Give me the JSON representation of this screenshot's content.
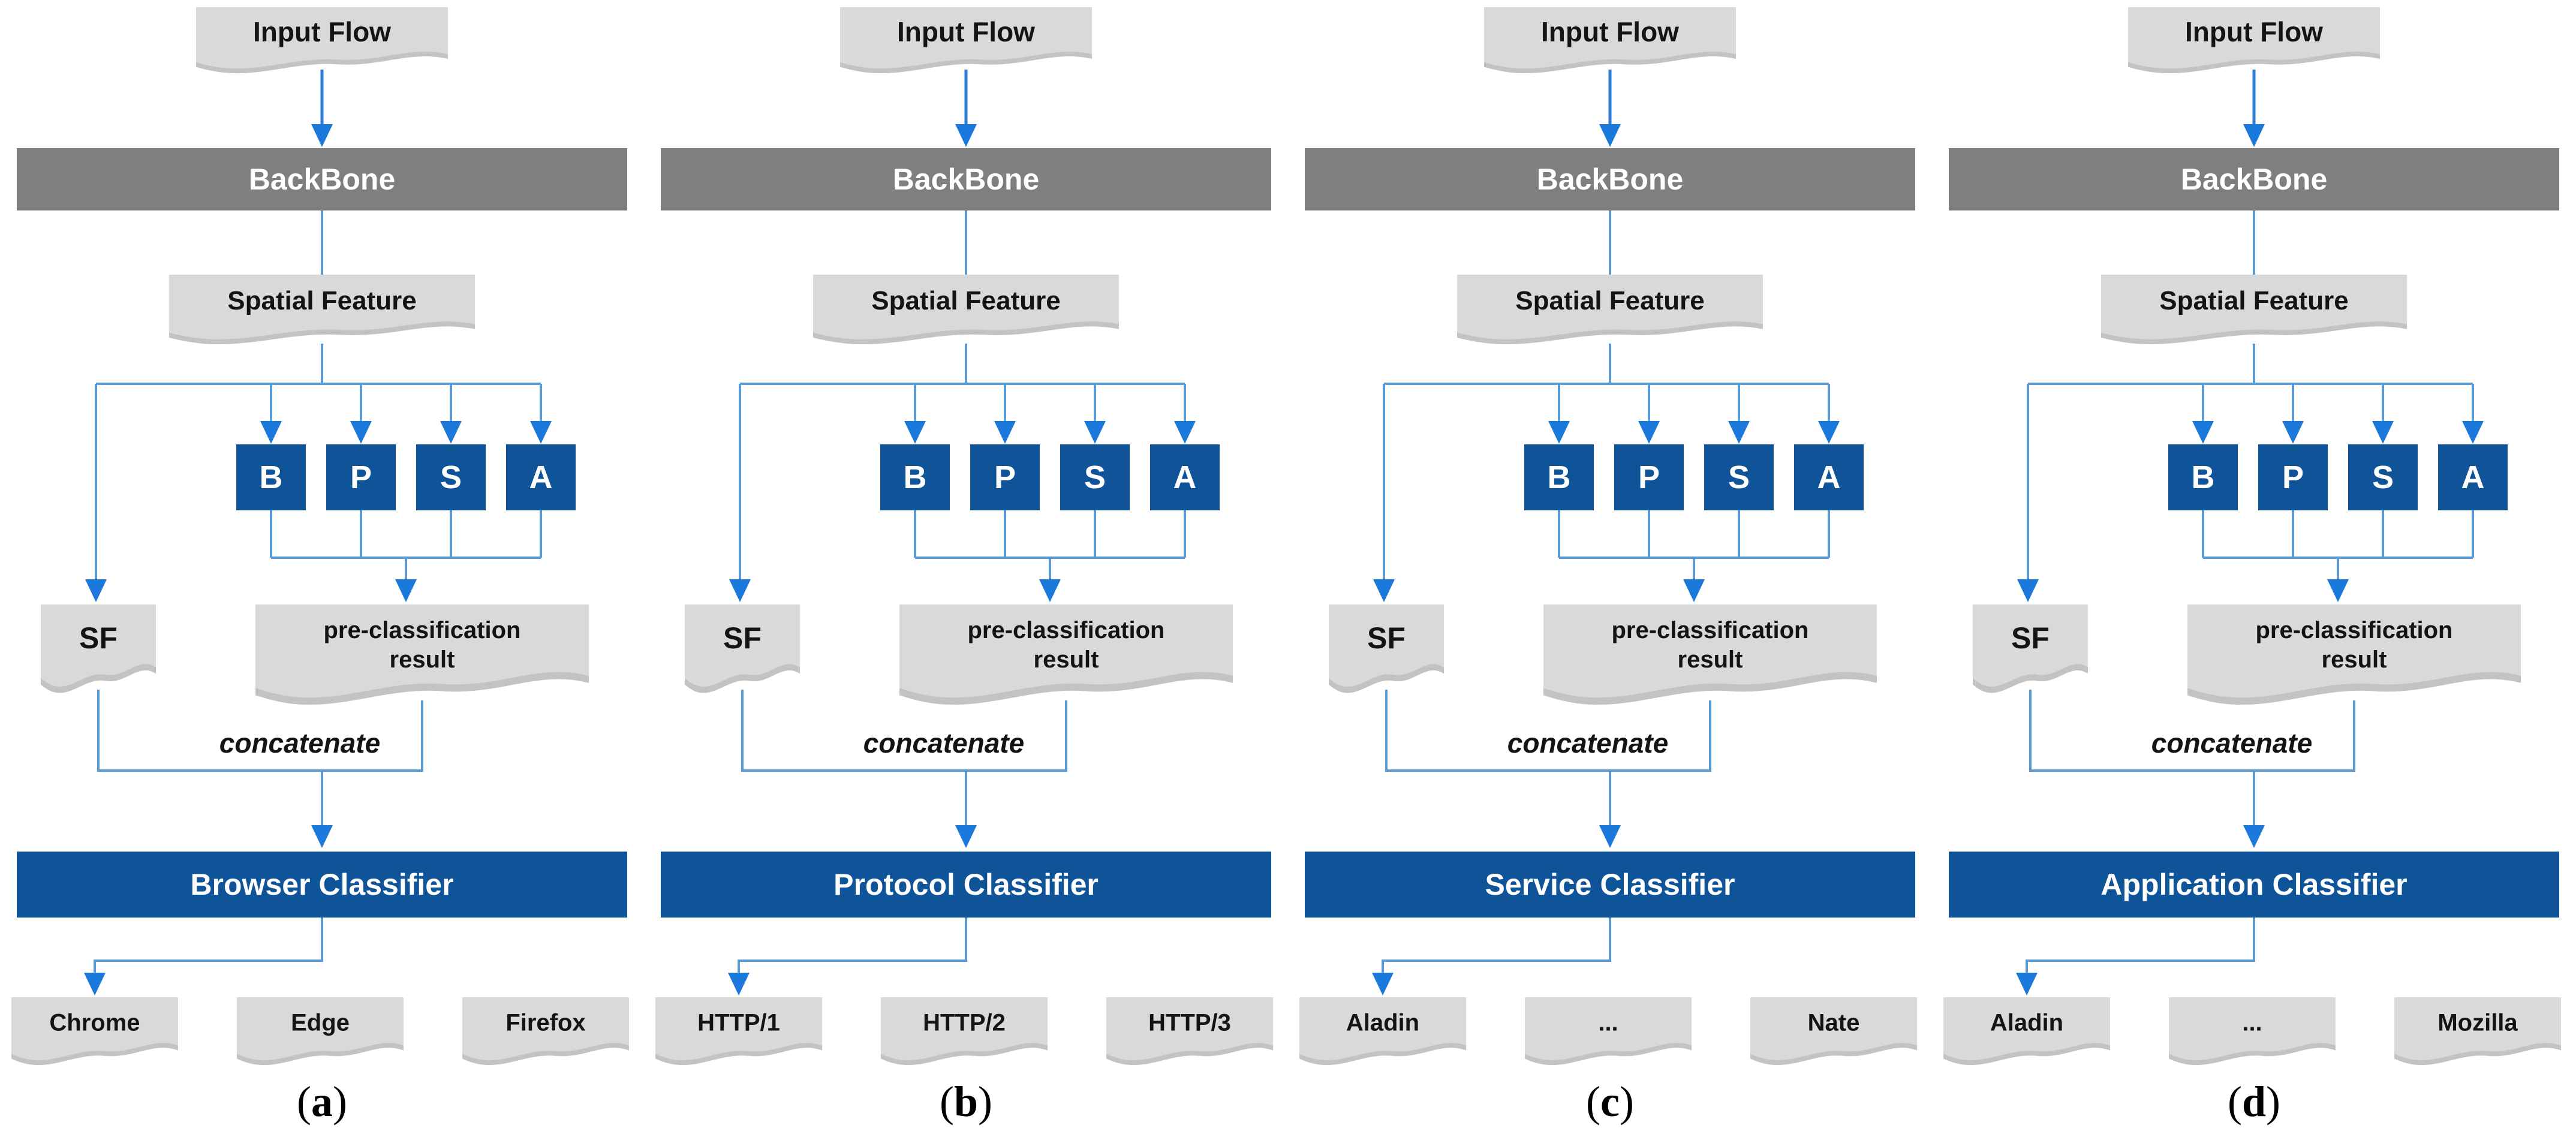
{
  "diagram": {
    "shared": {
      "input_flow": "Input Flow",
      "backbone": "BackBone",
      "spatial_feature": "Spatial Feature",
      "branch_boxes": [
        "B",
        "P",
        "S",
        "A"
      ],
      "sf": "SF",
      "pre_classification": {
        "line1": "pre-classification",
        "line2": "result"
      },
      "concatenate": "concatenate"
    },
    "columns": [
      {
        "label": {
          "open": "(",
          "letter": "a",
          "close": ")"
        },
        "classifier": "Browser Classifier",
        "outputs": [
          "Chrome",
          "Edge",
          "Firefox"
        ]
      },
      {
        "label": {
          "open": "(",
          "letter": "b",
          "close": ")"
        },
        "classifier": "Protocol Classifier",
        "outputs": [
          "HTTP/1",
          "HTTP/2",
          "HTTP/3"
        ]
      },
      {
        "label": {
          "open": "(",
          "letter": "c",
          "close": ")"
        },
        "classifier": "Service Classifier",
        "outputs": [
          "Aladin",
          "...",
          "Nate"
        ]
      },
      {
        "label": {
          "open": "(",
          "letter": "d",
          "close": ")"
        },
        "classifier": "Application Classifier",
        "outputs": [
          "Aladin",
          "...",
          "Mozilla"
        ]
      }
    ],
    "colors": {
      "flag_fill": "#D9D9D9",
      "flag_shadow": "#C3C3C3",
      "backbone_bar": "#7F7F7F",
      "classifier_bar": "#0F5499",
      "branch_box": "#0F5499",
      "connector_line": "#5B9BD5",
      "arrow_line": "#2E7CD6",
      "arrow_head": "#1C79DC"
    }
  }
}
